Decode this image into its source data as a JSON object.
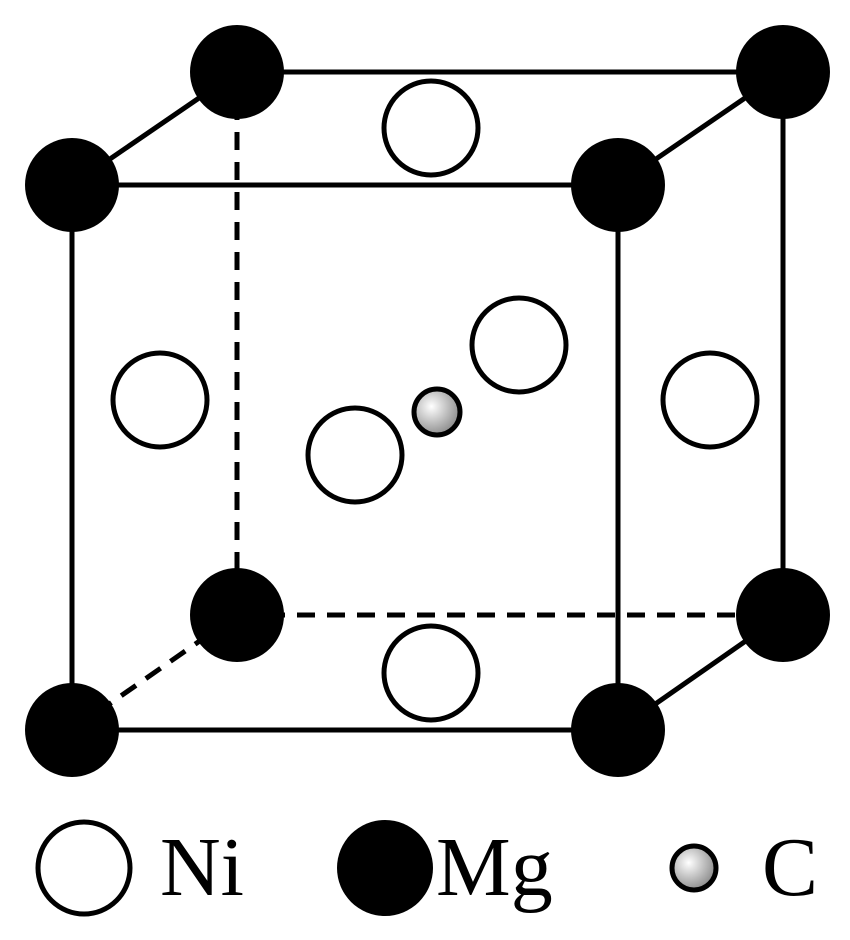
{
  "legend": {
    "ni": {
      "symbol": "Ni",
      "icon": "open-circle"
    },
    "mg": {
      "symbol": "Mg",
      "icon": "filled-circle"
    },
    "c": {
      "symbol": "C",
      "icon": "small-gray-sphere"
    }
  },
  "colors": {
    "mg_fill": "#000000",
    "ni_fill": "#ffffff",
    "c_highlight": "#ffffff",
    "c_shade": "#8a8a8a",
    "line": "#000000"
  }
}
